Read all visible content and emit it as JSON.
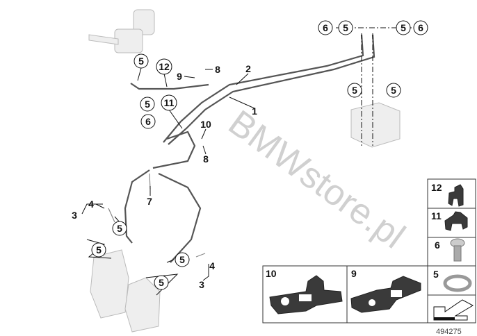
{
  "callouts": {
    "c_6a": "6",
    "c_5a": "5",
    "c_5b": "5",
    "c_6b": "6",
    "c_5c": "5",
    "c_5d": "5",
    "l_2": "2",
    "l_1": "1",
    "c_12": "12",
    "l_9": "9",
    "l_8a": "8",
    "c_5e": "5",
    "c_5f": "5",
    "c_11": "11",
    "c_6c": "6",
    "l_10": "10",
    "l_8b": "8",
    "l_7": "7",
    "l_4a": "4",
    "l_3a": "3",
    "c_5g": "5",
    "c_5h": "5",
    "c_5i": "5",
    "l_4b": "4",
    "l_3b": "3",
    "c_5j": "5"
  },
  "insets": {
    "i12": "12",
    "i11": "11",
    "i6": "6",
    "i5": "5",
    "i10": "10",
    "i9": "9"
  },
  "watermark": "BMWstore.pl",
  "diagram_number": "494275"
}
